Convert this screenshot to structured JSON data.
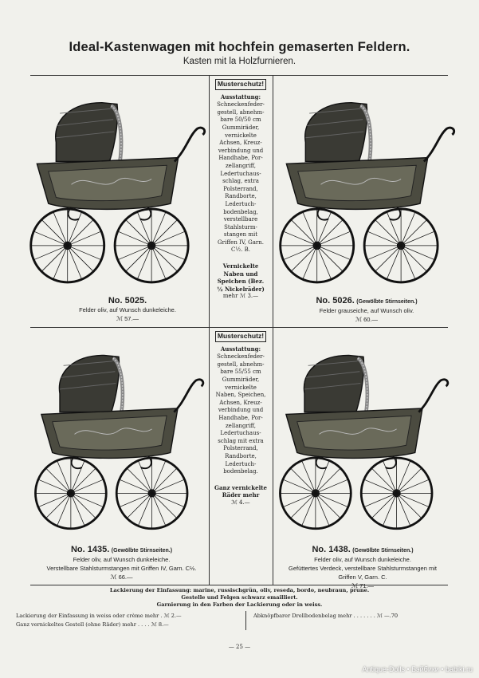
{
  "title": "Ideal-Kastenwagen mit hochfein gemaserten Feldern.",
  "subtitle": "Kasten mit la Holzfurnieren.",
  "products": [
    {
      "number": "No. 5025.",
      "curved": "",
      "lines": [
        "Felder oliv, auf Wunsch dunkeleiche."
      ],
      "price": "ℳ 57.—"
    },
    {
      "number": "No. 5026.",
      "curved": "(Gewölbte Stirnseiten.)",
      "lines": [
        "Felder grauseiche, auf Wunsch oliv."
      ],
      "price": "ℳ 60.—"
    },
    {
      "number": "No. 1435.",
      "curved": "(Gewölbte Stirnseiten.)",
      "lines": [
        "Felder oliv, auf Wunsch dunkeleiche.",
        "Verstellbare Stahlsturmstangen mit Griffen IV, Garn. C½."
      ],
      "price": "ℳ 66.—"
    },
    {
      "number": "No. 1438.",
      "curved": "(Gewölbte Stirnseiten.)",
      "lines": [
        "Felder oliv, auf Wunsch dunkeleiche.",
        "Gefüttertes Verdeck, verstellbare Stahlsturmstangen mit",
        "Griffen V, Garn. C."
      ],
      "price": "ℳ 71.—"
    }
  ],
  "specs": [
    {
      "heading": "Musterschutz!",
      "subheading": "Ausstattung:",
      "lines": [
        "Schneckenfeder-",
        "gestell, abnehm-",
        "bare 50/50 cm",
        "Gummiräder,",
        "vernickelte",
        "Achsen, Kreuz-",
        "verbindung und",
        "Handhabe, Por-",
        "zellangriff,",
        "Ledertuchaus-",
        "schlag, extra",
        "Polsterrand,",
        "Randborte,",
        "Ledertuch-",
        "bodenbelag,",
        "verstellbare",
        "Stahlsturm-",
        "stangen mit",
        "Griffen IV, Garn.",
        "C½. B."
      ],
      "note": [
        "Vernickelte",
        "Naben und",
        "Speichen (Bez.",
        "½ Nickelräder)"
      ],
      "note_price": "mehr ℳ 3.—"
    },
    {
      "heading": "Musterschutz!",
      "subheading": "Ausstattung:",
      "lines": [
        "Schneckenfeder-",
        "gestell, abnehm-",
        "bare 55/55 cm",
        "Gummiräder,",
        "vernickelte",
        "Naben, Speichen,",
        "Achsen, Kreuz-",
        "verbindung und",
        "Handhabe, Por-",
        "zellangriff,",
        "Ledertuchaus-",
        "schlag mit extra",
        "Polsterrand,",
        "Randborte,",
        "Ledertuch-",
        "bodenbelag."
      ],
      "note": [
        "Ganz vernickelte",
        "Räder mehr"
      ],
      "note_price": "ℳ 4.—"
    }
  ],
  "footer": {
    "line1": "Lackierung der Einfassung: marine, russischgrün, oliv, reseda, bordo, neubraun, prune.",
    "line2": "Gestelle und Felgen schwarz emailliert.",
    "line3": "Garnierung in den Farben der Lackierung oder in weiss."
  },
  "extras": {
    "left1": "Lackierung der Einfassung in weiss oder crème mehr . ℳ 2.—",
    "left2": "Ganz vernickeltes Gestell (ohne Räder) mehr . . . . ℳ 8.—",
    "right1": "Abknöpfbarer Drellbodenbelag mehr . . . . . . . ℳ —.70"
  },
  "page_number": "— 25 —",
  "watermark": "Antique-Dolls • Бэйбики • babiki.ru"
}
